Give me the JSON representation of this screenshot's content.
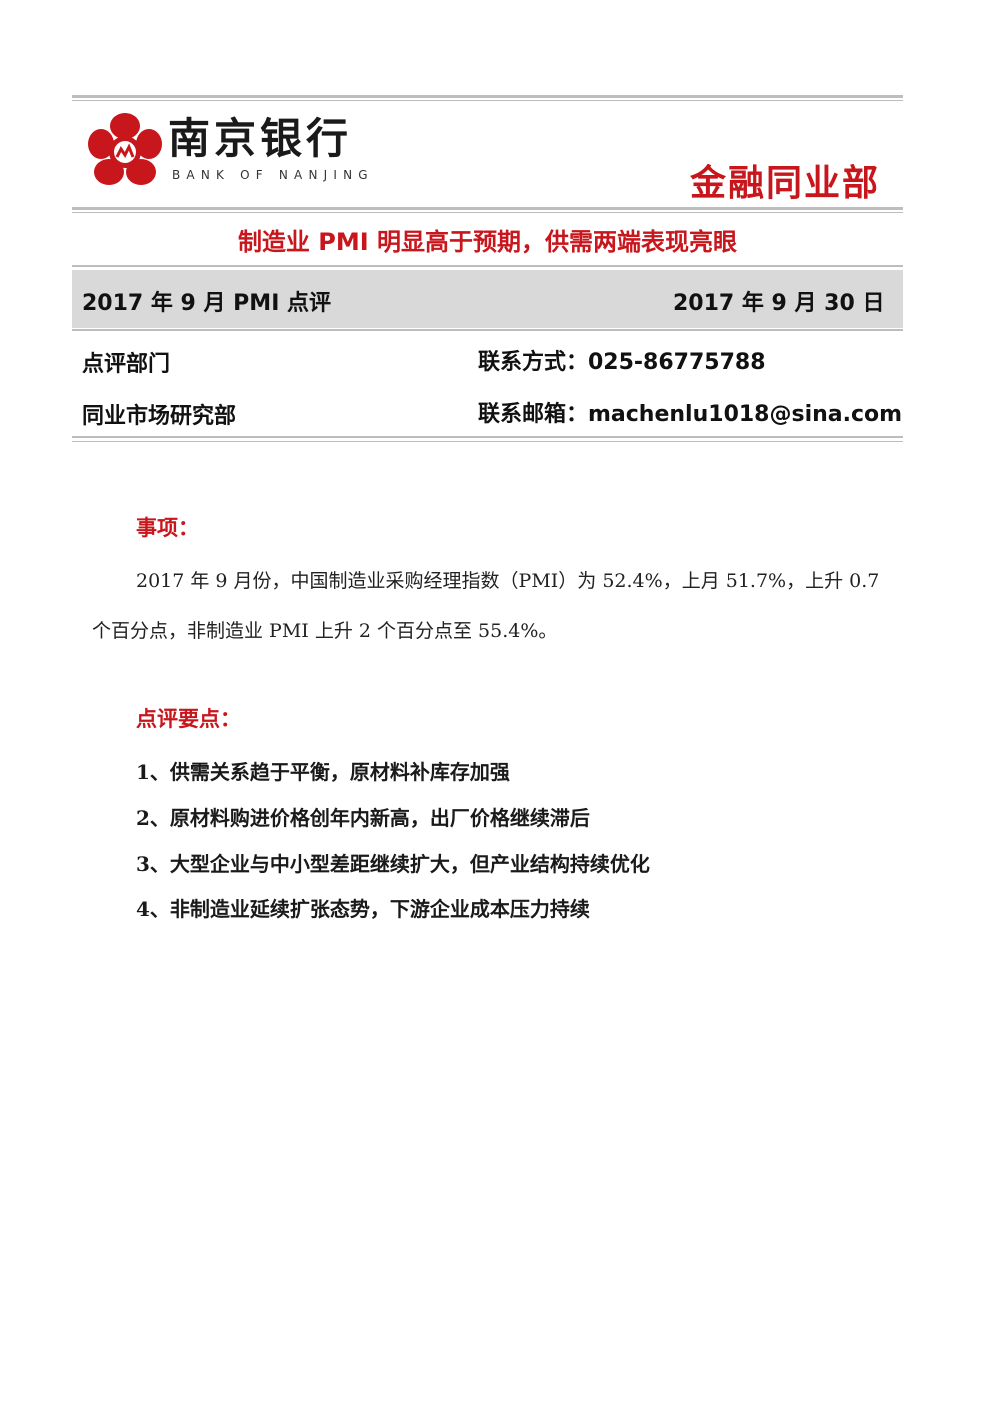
{
  "header": {
    "bank_name_cn": "南京银行",
    "bank_name_en": "BANK OF NANJING",
    "department": "金融同业部"
  },
  "title": "制造业 PMI 明显高于预期，供需两端表现亮眼",
  "band": {
    "report_name": "2017 年 9 月 PMI 点评",
    "date": "2017 年 9 月 30 日"
  },
  "info": {
    "dept_label": "点评部门",
    "dept_value": "同业市场研究部",
    "contact_phone": "联系方式：025-86775788",
    "contact_email": "联系邮箱：machenlu1018@sina.com"
  },
  "matter": {
    "heading": "事项：",
    "text": "2017 年 9 月份，中国制造业采购经理指数（PMI）为 52.4%，上月 51.7%，上升 0.7 个百分点，非制造业 PMI 上升 2 个百分点至 55.4%。"
  },
  "points": {
    "heading": "点评要点：",
    "items": [
      "1、供需关系趋于平衡，原材料补库存加强",
      "2、原材料购进价格创年内新高，出厂价格继续滞后",
      "3、大型企业与中小型差距继续扩大，但产业结构持续优化",
      "4、非制造业延续扩张态势，下游企业成本压力持续"
    ]
  },
  "colors": {
    "accent": "#c8161d",
    "band": "#d9d9d9",
    "rule": "#bdbdbd"
  }
}
